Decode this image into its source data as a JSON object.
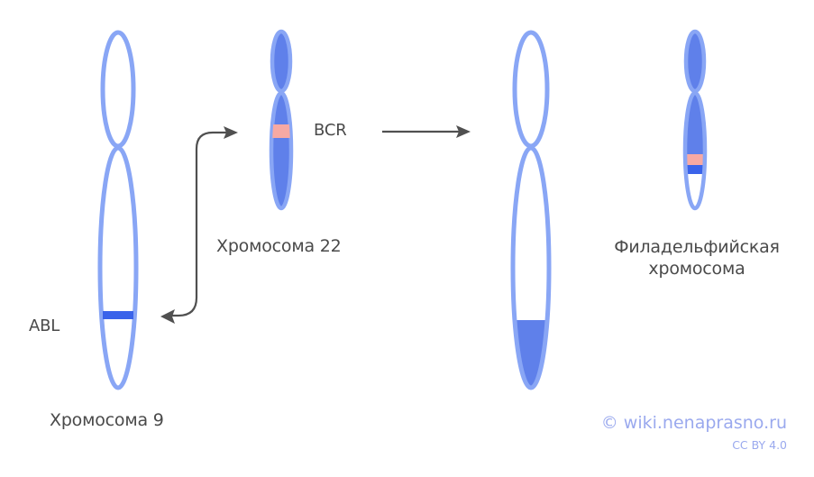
{
  "colors": {
    "outline": "#89a6f5",
    "fill": "#5f80ea",
    "abl_band": "#3a63ea",
    "bcr_band": "#f7a9a3",
    "arrow": "#505050",
    "text": "#4a4a4a",
    "credit": "#9aa9ee"
  },
  "chromosomes": {
    "chr9": {
      "label": "Хромосома 9",
      "gene": "ABL"
    },
    "chr22": {
      "label": "Хромосома 22",
      "gene": "BCR"
    },
    "derivative9": {
      "label": ""
    },
    "philadelphia": {
      "label_line1": "Филадельфийская",
      "label_line2": "хромосома"
    }
  },
  "credit": {
    "site": "© wiki.nenaprasno.ru",
    "license": "CC BY 4.0"
  }
}
